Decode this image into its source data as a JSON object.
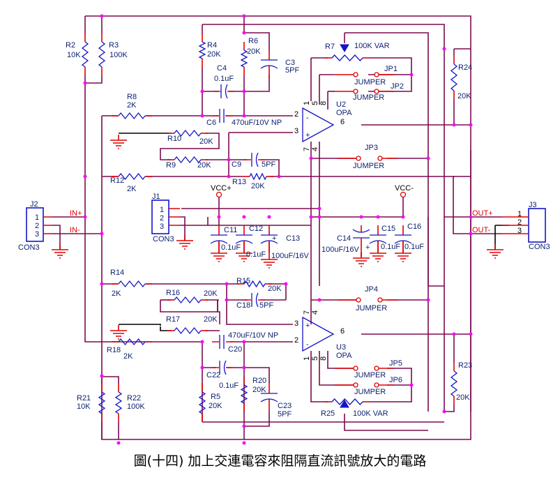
{
  "caption": "圖(十四)  加上交連電容來阻隔直流訊號放大的電路",
  "colors": {
    "wire": "#7b0a4f",
    "pin": "#e00000",
    "component": "#1414c8",
    "junction": "#ff00ff",
    "label": "#0a1e6e",
    "net_label": "#e00000"
  },
  "nets": {
    "in_plus": "IN+",
    "in_minus": "IN-",
    "out_plus": "OUT+",
    "out_minus": "OUT-",
    "vcc_plus": "VCC+",
    "vcc_minus": "VCC-"
  },
  "connectors": {
    "J2": {
      "ref": "J2",
      "type": "CON3",
      "pins": [
        "1",
        "2",
        "3"
      ]
    },
    "J1": {
      "ref": "J1",
      "type": "CON3",
      "pins": [
        "1",
        "2",
        "3"
      ]
    },
    "J3": {
      "ref": "J3",
      "type": "CON3",
      "pins": [
        "1",
        "2",
        "3"
      ]
    }
  },
  "resistors": {
    "R2": {
      "ref": "R2",
      "value": "10K"
    },
    "R3": {
      "ref": "R3",
      "value": "100K"
    },
    "R4": {
      "ref": "R4",
      "value": "20K"
    },
    "R5": {
      "ref": "R5",
      "value": "20K"
    },
    "R6": {
      "ref": "R6",
      "value": "20K"
    },
    "R7": {
      "ref": "R7",
      "value": "100K VAR"
    },
    "R8": {
      "ref": "R8",
      "value": "2K"
    },
    "R9": {
      "ref": "R9",
      "value": "20K"
    },
    "R10": {
      "ref": "R10",
      "value": "20K"
    },
    "R12": {
      "ref": "R12",
      "value": "2K"
    },
    "R13": {
      "ref": "R13",
      "value": "20K"
    },
    "R14": {
      "ref": "R14",
      "value": "2K"
    },
    "R15": {
      "ref": "R15",
      "value": "20K"
    },
    "R16": {
      "ref": "R16",
      "value": "20K"
    },
    "R17": {
      "ref": "R17",
      "value": "20K"
    },
    "R18": {
      "ref": "R18",
      "value": "2K"
    },
    "R20": {
      "ref": "R20",
      "value": "20K"
    },
    "R21": {
      "ref": "R21",
      "value": "10K"
    },
    "R22": {
      "ref": "R22",
      "value": "100K"
    },
    "R23": {
      "ref": "R23",
      "value": "20K"
    },
    "R24": {
      "ref": "R24",
      "value": "20K"
    },
    "R25": {
      "ref": "R25",
      "value": "100K VAR"
    }
  },
  "capacitors": {
    "C3": {
      "ref": "C3",
      "value": "5PF"
    },
    "C4": {
      "ref": "C4",
      "value": "0.1uF"
    },
    "C6": {
      "ref": "C6",
      "value": "470uF/10V NP"
    },
    "C9": {
      "ref": "C9",
      "value": "5PF"
    },
    "C11": {
      "ref": "C11",
      "value": "0.1uF"
    },
    "C12": {
      "ref": "C12",
      "value": "0.1uF"
    },
    "C13": {
      "ref": "C13",
      "value": "100uF/16V"
    },
    "C14": {
      "ref": "C14",
      "value": "100uF/16V"
    },
    "C15": {
      "ref": "C15",
      "value": "0.1uF"
    },
    "C16": {
      "ref": "C16",
      "value": "0.1uF"
    },
    "C18": {
      "ref": "C18",
      "value": "5PF"
    },
    "C20": {
      "ref": "C20",
      "value": "470uF/10V NP"
    },
    "C22": {
      "ref": "C22",
      "value": "0.1uF"
    },
    "C23": {
      "ref": "C23",
      "value": "5PF"
    }
  },
  "opamps": {
    "U2": {
      "ref": "U2",
      "type": "OPA",
      "pins": {
        "p1": "1",
        "p2": "2",
        "p3": "3",
        "p4": "4",
        "p5": "5",
        "p6": "6",
        "p7": "7",
        "p8": "8"
      }
    },
    "U3": {
      "ref": "U3",
      "type": "OPA",
      "pins": {
        "p1": "1",
        "p2": "2",
        "p3": "3",
        "p4": "4",
        "p5": "5",
        "p6": "6",
        "p7": "7",
        "p8": "8"
      }
    }
  },
  "jumpers": {
    "JP1": {
      "ref": "JP1",
      "type": "JUMPER"
    },
    "JP2": {
      "ref": "JP2",
      "type": "JUMPER"
    },
    "JP3": {
      "ref": "JP3",
      "type": "JUMPER"
    },
    "JP4": {
      "ref": "JP4",
      "type": "JUMPER"
    },
    "JP5": {
      "ref": "JP5",
      "type": "JUMPER"
    },
    "JP6": {
      "ref": "JP6",
      "type": "JUMPER"
    }
  },
  "polarity": {
    "plus": "+",
    "minus": "-"
  }
}
